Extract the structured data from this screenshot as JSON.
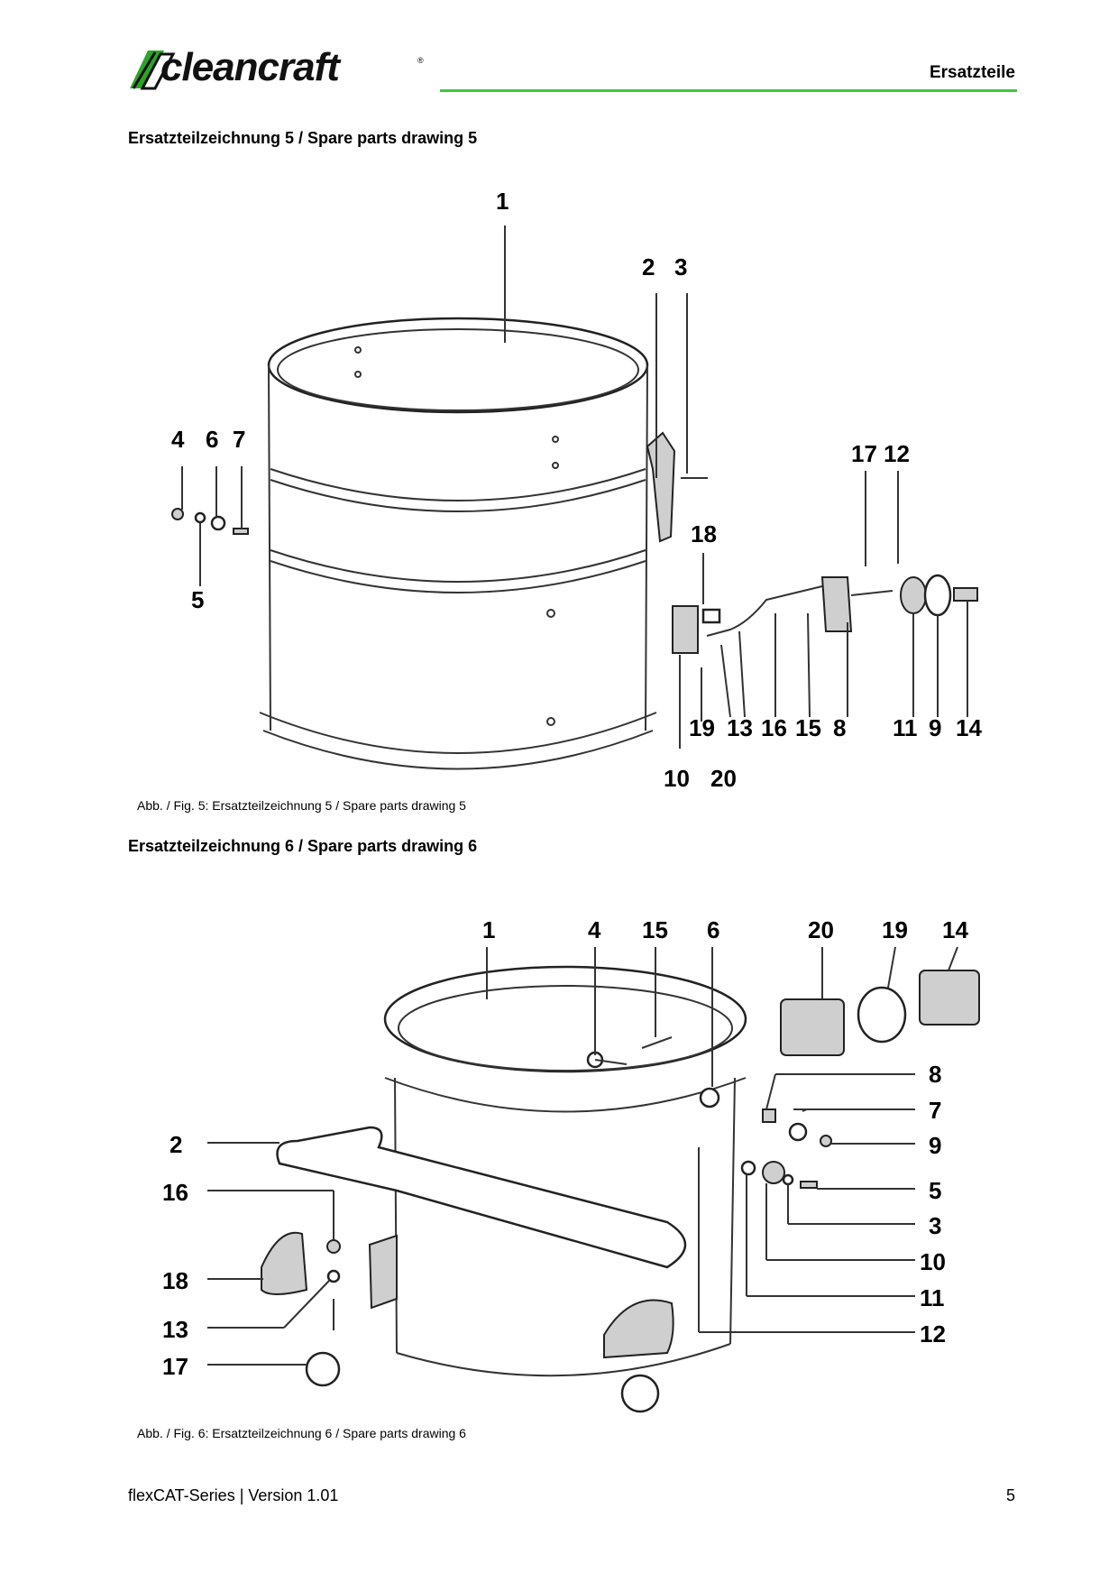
{
  "header": {
    "brand": "cleancraft",
    "registered": "®",
    "section": "Ersatzteile",
    "accent_color": "#3ec93e"
  },
  "drawing5": {
    "heading": "Ersatzteilzeichnung 5 / Spare parts drawing 5",
    "caption": "Abb. / Fig. 5: Ersatzteilzeichnung 5 / Spare parts drawing 5",
    "callouts": [
      "1",
      "2",
      "3",
      "4",
      "6",
      "7",
      "5",
      "17",
      "12",
      "18",
      "19",
      "13",
      "16",
      "15",
      "8",
      "11",
      "9",
      "14",
      "10",
      "20"
    ]
  },
  "drawing6": {
    "heading": "Ersatzteilzeichnung 6 / Spare parts drawing 6",
    "caption": "Abb. / Fig. 6: Ersatzteilzeichnung 6 / Spare parts drawing 6",
    "callouts": [
      "1",
      "4",
      "15",
      "6",
      "20",
      "19",
      "14",
      "8",
      "7",
      "9",
      "5",
      "3",
      "10",
      "11",
      "12",
      "2",
      "16",
      "18",
      "13",
      "17"
    ]
  },
  "footer": {
    "left": "flexCAT-Series | Version 1.01",
    "page": "5"
  }
}
